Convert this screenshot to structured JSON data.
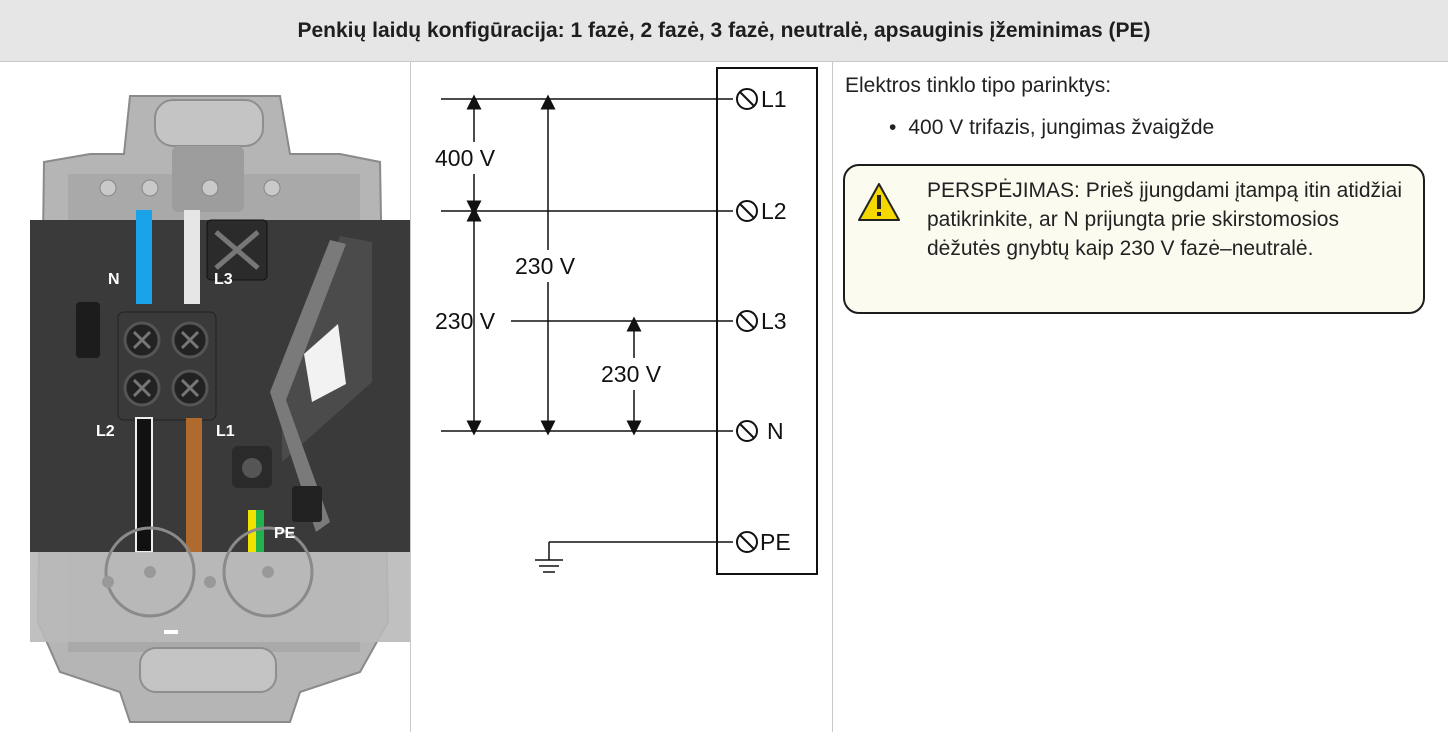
{
  "header": {
    "title": "Penkių laidų konfigūracija: 1 fazė, 2 fazė, 3 fazė, neutralė, apsauginis įžeminimas (PE)"
  },
  "photo": {
    "labels": {
      "n": "N",
      "l3": "L3",
      "l2": "L2",
      "l1": "L1",
      "pe": "PE"
    },
    "wire_colors": {
      "n": "#1aa3e8",
      "l3": "#e6e6e6",
      "l2": "#111111",
      "l1": "#b06a2e",
      "pe_yellow": "#f2e200",
      "pe_green": "#22b24c"
    }
  },
  "diagram": {
    "terminals": [
      "L1",
      "L2",
      "L3",
      "N",
      "PE"
    ],
    "voltages": {
      "l1_l2": "400 V",
      "l1_n": "230 V",
      "l2_n": "230 V",
      "l3_n": "230 V"
    }
  },
  "info": {
    "title": "Elektros tinklo tipo parinktys:",
    "bullet": "400 V trifazis, jungimas žvaigžde",
    "warning": "PERSPĖJIMAS: Prieš įjungdami įtampą itin atidžiai patikrinkite, ar N prijungta prie skirstomosios dėžutės gnybtų kaip 230 V fazė–neutralė.",
    "warning_icon": "warning-triangle-icon",
    "warning_icon_color": "#f5d800"
  }
}
